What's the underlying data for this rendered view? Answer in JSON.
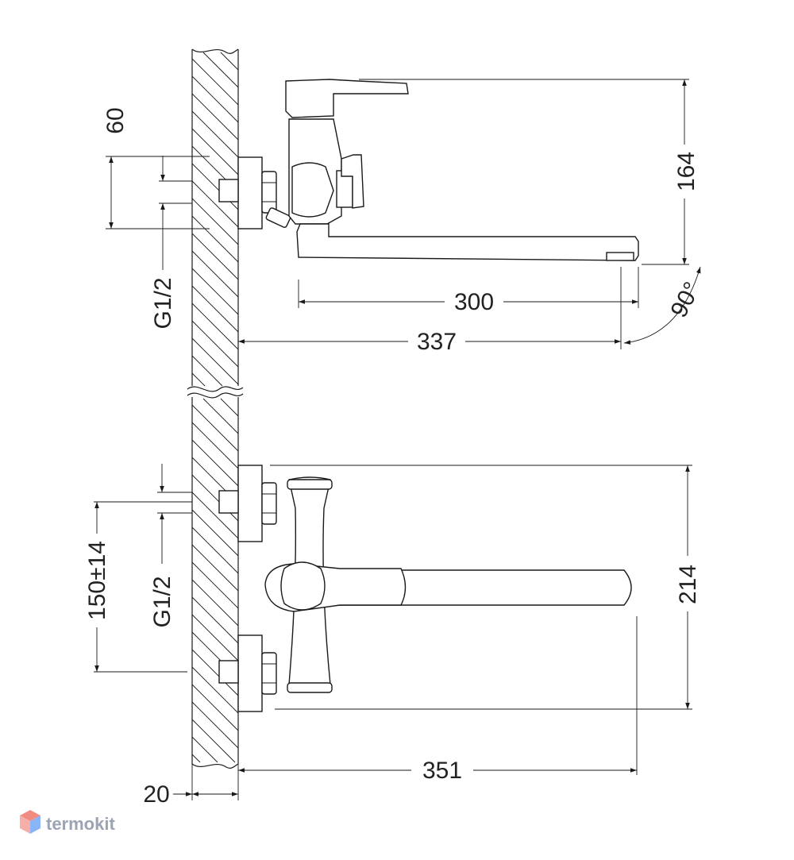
{
  "dimensions": {
    "side_view": {
      "body_offset": "60",
      "connection_thread": "G1/2",
      "height": "164",
      "spout_length": "300",
      "projection": "337",
      "swivel_angle": "90°"
    },
    "front_view": {
      "center_distance": "150±14",
      "connection_thread": "G1/2",
      "height": "214",
      "projection": "351",
      "wall_offset": "20"
    }
  },
  "logo": {
    "text": "termokit"
  },
  "colors": {
    "line": "#1a1a1a",
    "text": "#222222",
    "logo": "#9aa4b4",
    "logo_cube_top": "#f28b82",
    "logo_cube_side": "#8ab4f8"
  }
}
